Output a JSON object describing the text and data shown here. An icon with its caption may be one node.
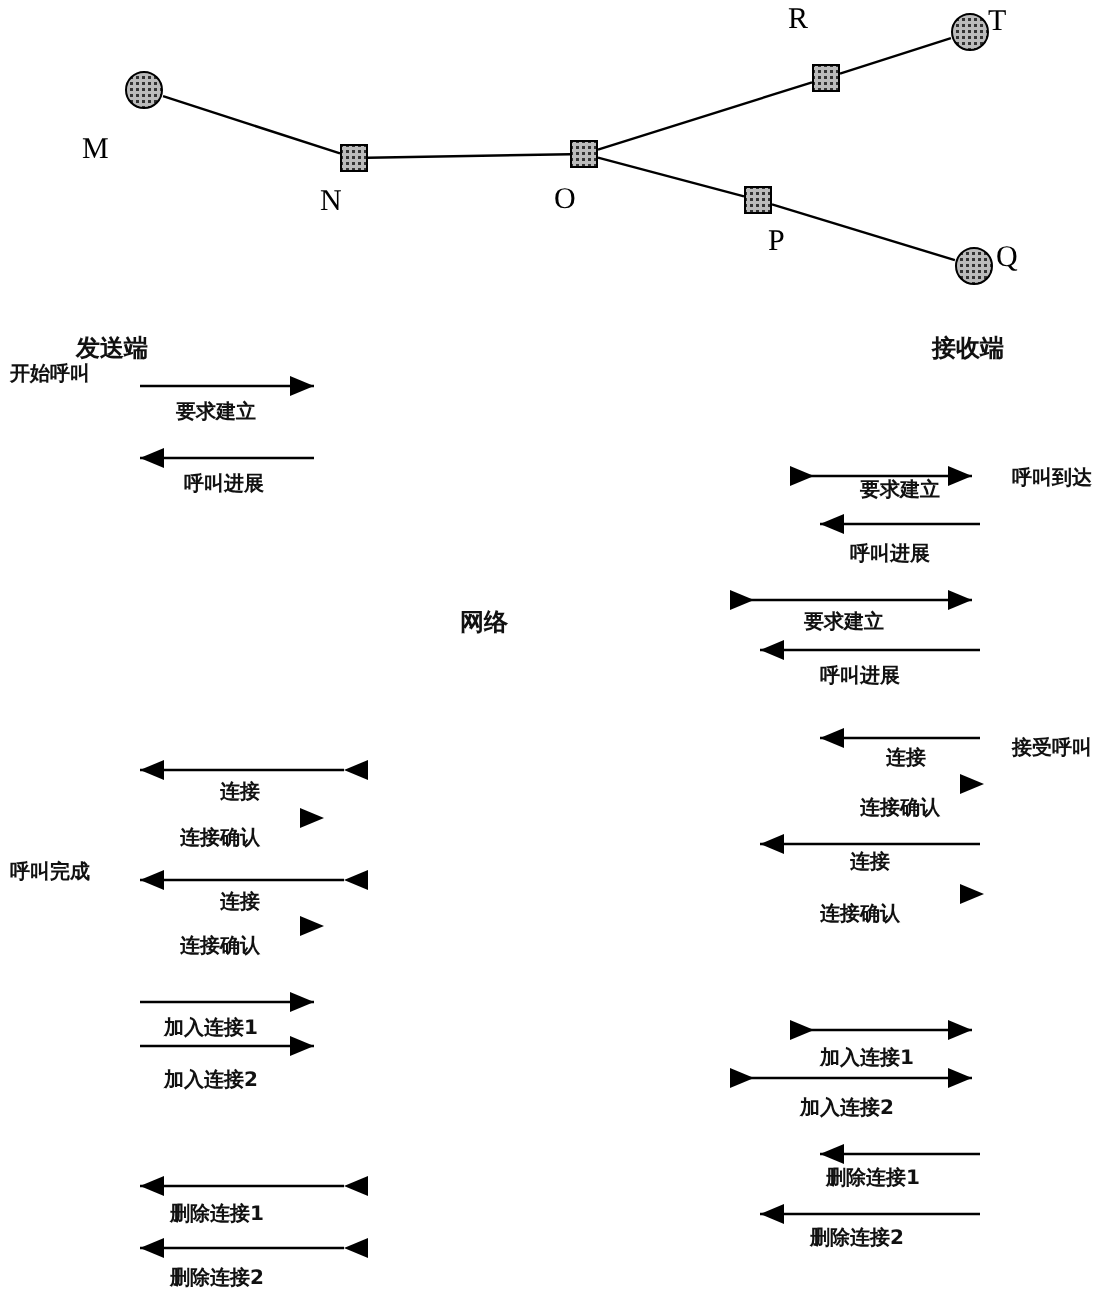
{
  "diagram": {
    "nodes": [
      {
        "text": [],
        "shape": "circle",
        "beside": [
          "M"
        ]
      },
      {
        "text": [],
        "shape": "box",
        "beside": [
          "N"
        ]
      },
      {
        "text": [],
        "shape": "box",
        "beside": [
          "O"
        ]
      },
      {
        "text": [],
        "shape": "box",
        "beside": [
          "R"
        ]
      },
      {
        "text": [],
        "shape": "circle",
        "beside": [
          "T"
        ]
      },
      {
        "text": [],
        "shape": "box",
        "beside": [
          "P"
        ]
      },
      {
        "text": [],
        "shape": "circle",
        "beside": [
          "Q"
        ]
      }
    ],
    "edges": [
      {
        "from": 0,
        "to": 1,
        "arrow": "none"
      },
      {
        "from": 1,
        "to": 2,
        "arrow": "none"
      },
      {
        "from": 2,
        "to": 3,
        "arrow": "none"
      },
      {
        "from": 3,
        "to": 4,
        "arrow": "none"
      },
      {
        "from": 2,
        "to": 5,
        "arrow": "none"
      },
      {
        "from": 5,
        "to": 6,
        "arrow": "none"
      }
    ],
    "labels": [
      "发送端",
      "接收端",
      "开始呼叫",
      "要求建立",
      "呼叫进展",
      "网络",
      "要求建立",
      "呼叫到达",
      "呼叫进展",
      "要求建立",
      "呼叫进展",
      "连接",
      "连接确认",
      "呼叫完成",
      "连接",
      "连接确认",
      "加入连接1",
      "加入连接2",
      "删除连接1",
      "删除连接2",
      "连接",
      "接受呼叫",
      "连接确认",
      "连接",
      "连接确认",
      "加入连接1",
      "加入连接2",
      "删除连接1",
      "删除连接2"
    ]
  }
}
